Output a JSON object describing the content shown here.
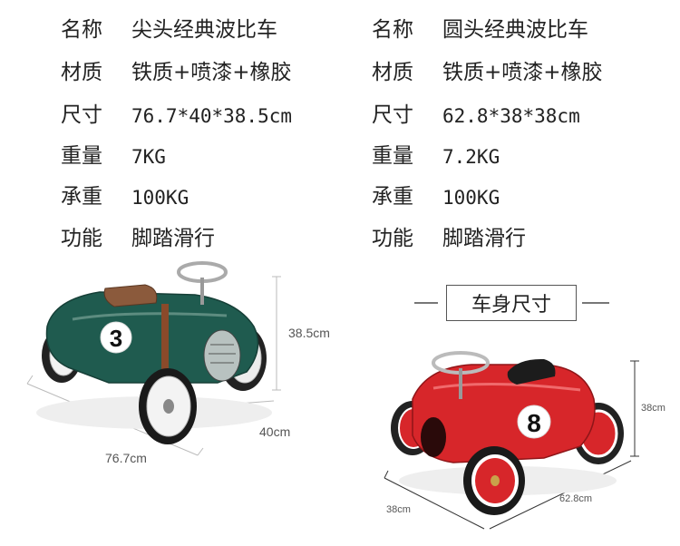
{
  "left_spec": {
    "rows": [
      {
        "label": "名称",
        "value": "尖头经典波比车"
      },
      {
        "label": "材质",
        "value": "铁质+喷漆+橡胶"
      },
      {
        "label": "尺寸",
        "value": "76.7*40*38.5cm"
      },
      {
        "label": "重量",
        "value": "7KG"
      },
      {
        "label": "承重",
        "value": "100KG"
      },
      {
        "label": "功能",
        "value": "脚踏滑行"
      }
    ]
  },
  "right_spec": {
    "rows": [
      {
        "label": "名称",
        "value": "圆头经典波比车"
      },
      {
        "label": "材质",
        "value": "铁质+喷漆+橡胶"
      },
      {
        "label": "尺寸",
        "value": "62.8*38*38cm"
      },
      {
        "label": "重量",
        "value": "7.2KG"
      },
      {
        "label": "承重",
        "value": "100KG"
      },
      {
        "label": "功能",
        "value": "脚踏滑行"
      }
    ]
  },
  "section_title": "车身尺寸",
  "green_car": {
    "number": "3",
    "color": "#1f5b4f",
    "dimensions": {
      "length": "76.7cm",
      "width": "40cm",
      "height": "38.5cm"
    }
  },
  "red_car": {
    "number": "8",
    "color": "#d7262a",
    "dimensions": {
      "length": "62.8cm",
      "width": "38cm",
      "height": "38cm"
    }
  }
}
